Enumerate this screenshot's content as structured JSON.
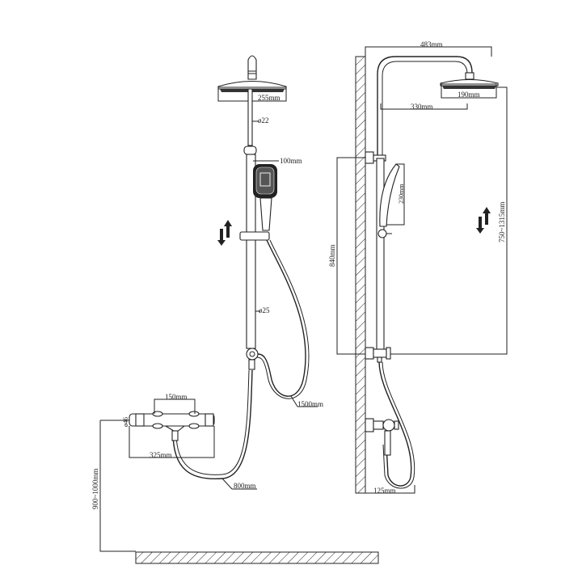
{
  "diagram": {
    "type": "technical-drawing",
    "subject": "thermostatic shower system dimension diagram",
    "views": [
      {
        "name": "front-view",
        "labels": {
          "head_width": "255mm",
          "upper_pipe_diameter": "ø22",
          "handshower_width": "100mm",
          "lower_pipe_diameter": "ø25",
          "hose_long": "1500mm",
          "valve_center_spacing": "150mm",
          "valve_inlet_diameter": "ø46",
          "valve_width": "325mm",
          "hose_short": "800mm",
          "valve_height_from_floor": "900~1000mm",
          "adjust_arrows": "height adjustable"
        }
      },
      {
        "name": "side-view",
        "labels": {
          "arm_projection": "483mm",
          "head_diameter": "190mm",
          "arm_reach": "330mm",
          "handshower_length": "230mm",
          "rail_length": "840mm",
          "adjustable_range": "750~1315mm",
          "valve_projection": "125mm",
          "adjust_arrows": "height adjustable"
        }
      }
    ],
    "colors": {
      "line": "#222222",
      "background": "#ffffff"
    }
  }
}
